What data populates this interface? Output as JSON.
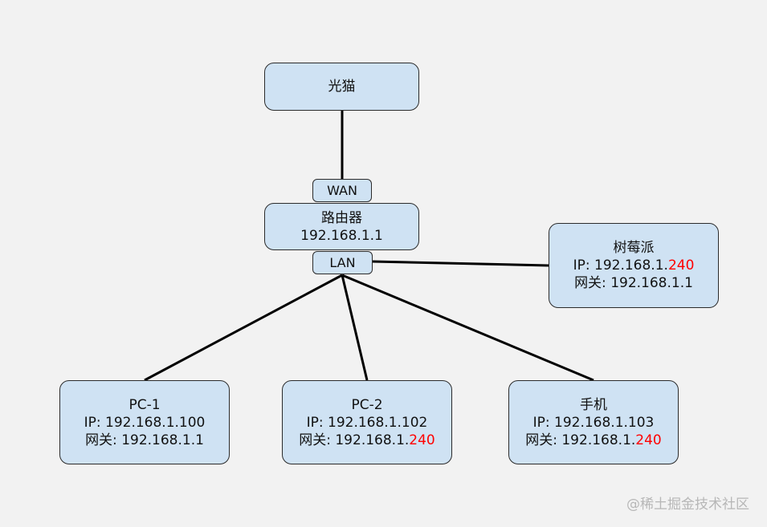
{
  "diagram": {
    "nodes": {
      "modem": {
        "label": "光猫"
      },
      "router": {
        "label": "路由器",
        "ip": "192.168.1.1"
      },
      "raspberry_pi": {
        "label": "树莓派",
        "ip_prefix": "IP: 192.168.1.",
        "ip_suffix": "240",
        "gateway": "网关: 192.168.1.1"
      },
      "pc1": {
        "label": "PC-1",
        "ip": "IP: 192.168.1.100",
        "gateway": "网关: 192.168.1.1"
      },
      "pc2": {
        "label": "PC-2",
        "ip": "IP: 192.168.1.102",
        "gateway_prefix": "网关: 192.168.1.",
        "gateway_suffix": "240"
      },
      "phone": {
        "label": "手机",
        "ip": "IP: 192.168.1.103",
        "gateway_prefix": "网关: 192.168.1.",
        "gateway_suffix": "240"
      }
    },
    "ports": {
      "wan": "WAN",
      "lan": "LAN"
    },
    "colors": {
      "box_fill": "#cfe2f3",
      "accent_red": "#ff0000",
      "background": "#f2f2f2"
    },
    "edges": [
      {
        "from": "modem",
        "to": "wan"
      },
      {
        "from": "lan",
        "to": "raspberry_pi"
      },
      {
        "from": "lan",
        "to": "pc1"
      },
      {
        "from": "lan",
        "to": "pc2"
      },
      {
        "from": "lan",
        "to": "phone"
      }
    ]
  },
  "watermark": "@稀土掘金技术社区"
}
